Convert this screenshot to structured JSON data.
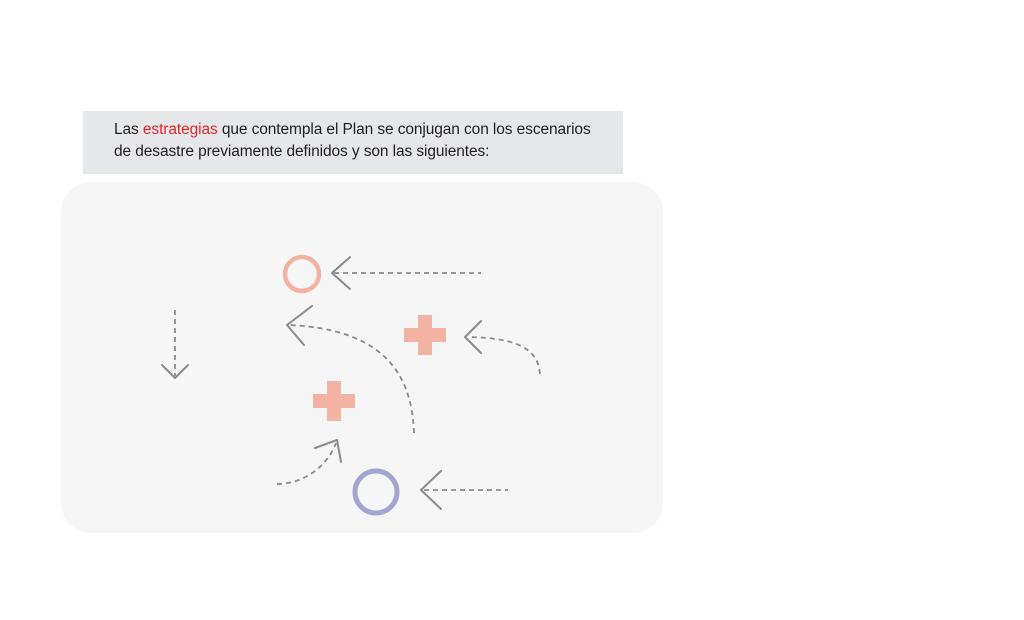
{
  "intro": {
    "prefix": "Las ",
    "highlight": "estrategias",
    "suffix": " que contempla el Plan se conjugan con los escenarios de desastre previamente definidos y son las siguientes:"
  },
  "colors": {
    "highlight": "#e3262b",
    "intro_background": "#e6e7e9",
    "panel_background": "#f6f6f6",
    "salmon": "#f4b3a2",
    "lavender": "#a3a6d0",
    "arrow_gray": "#8a8a8f"
  },
  "diagram": {
    "symbols": [
      "circle-outline-salmon",
      "plus-salmon",
      "plus-salmon",
      "circle-outline-lavender"
    ],
    "arrows": [
      "dashed-arrow-left",
      "dashed-arrow-down",
      "dashed-arrow-curved",
      "dashed-arrow-curved",
      "dashed-arrow-curved",
      "dashed-arrow-left"
    ]
  }
}
